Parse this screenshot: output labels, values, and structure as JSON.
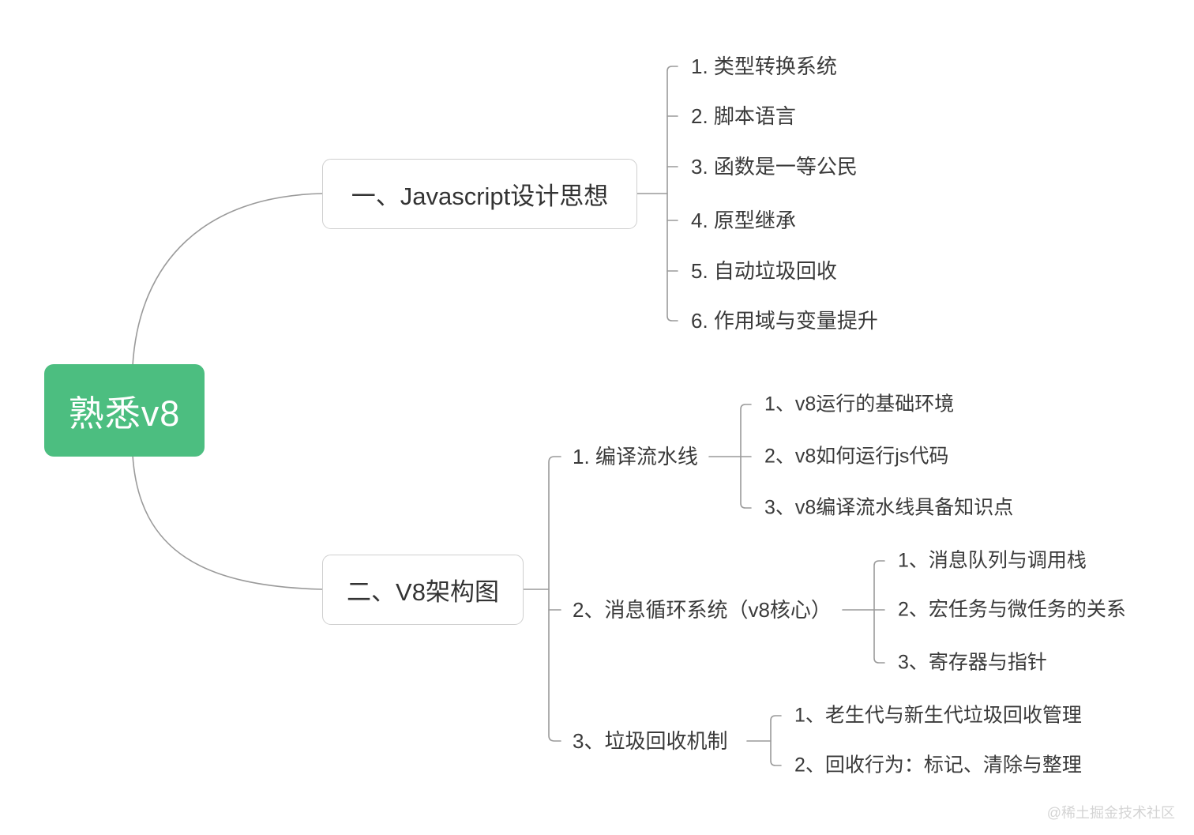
{
  "document": {
    "title": "熟悉v8",
    "watermark": "@稀土掘金技术社区",
    "background_color": "#ffffff"
  },
  "theme": {
    "root_fill": "#4cbe80",
    "root_text_color": "#ffffff",
    "node_border_color": "#cfcfcf",
    "wire_color": "#9a9a9a",
    "text_color": "#3a3a3a",
    "watermark_color": "#d4d4d4"
  },
  "mindmap": {
    "root": {
      "label": "熟悉v8",
      "type": "root-node"
    },
    "branches": [
      {
        "id": "javascript-design",
        "label": "一、Javascript设计思想",
        "type": "boxed-node",
        "children": [
          {
            "label": "1. 类型转换系统"
          },
          {
            "label": "2. 脚本语言"
          },
          {
            "label": "3. 函数是一等公民"
          },
          {
            "label": "4. 原型继承"
          },
          {
            "label": "5. 自动垃圾回收"
          },
          {
            "label": "6. 作用域与变量提升"
          }
        ]
      },
      {
        "id": "v8-architecture",
        "label": "二、V8架构图",
        "type": "boxed-node",
        "children": [
          {
            "label": "1. 编译流水线",
            "children": [
              {
                "label": "1、v8运行的基础环境"
              },
              {
                "label": "2、v8如何运行js代码"
              },
              {
                "label": "3、v8编译流水线具备知识点"
              }
            ]
          },
          {
            "label": "2、消息循环系统（v8核心）",
            "children": [
              {
                "label": "1、消息队列与调用栈"
              },
              {
                "label": "2、宏任务与微任务的关系"
              },
              {
                "label": "3、寄存器与指针"
              }
            ]
          },
          {
            "label": "3、垃圾回收机制",
            "children": [
              {
                "label": "1、老生代与新生代垃圾回收管理"
              },
              {
                "label": "2、回收行为：标记、清除与整理"
              }
            ]
          }
        ]
      }
    ]
  }
}
